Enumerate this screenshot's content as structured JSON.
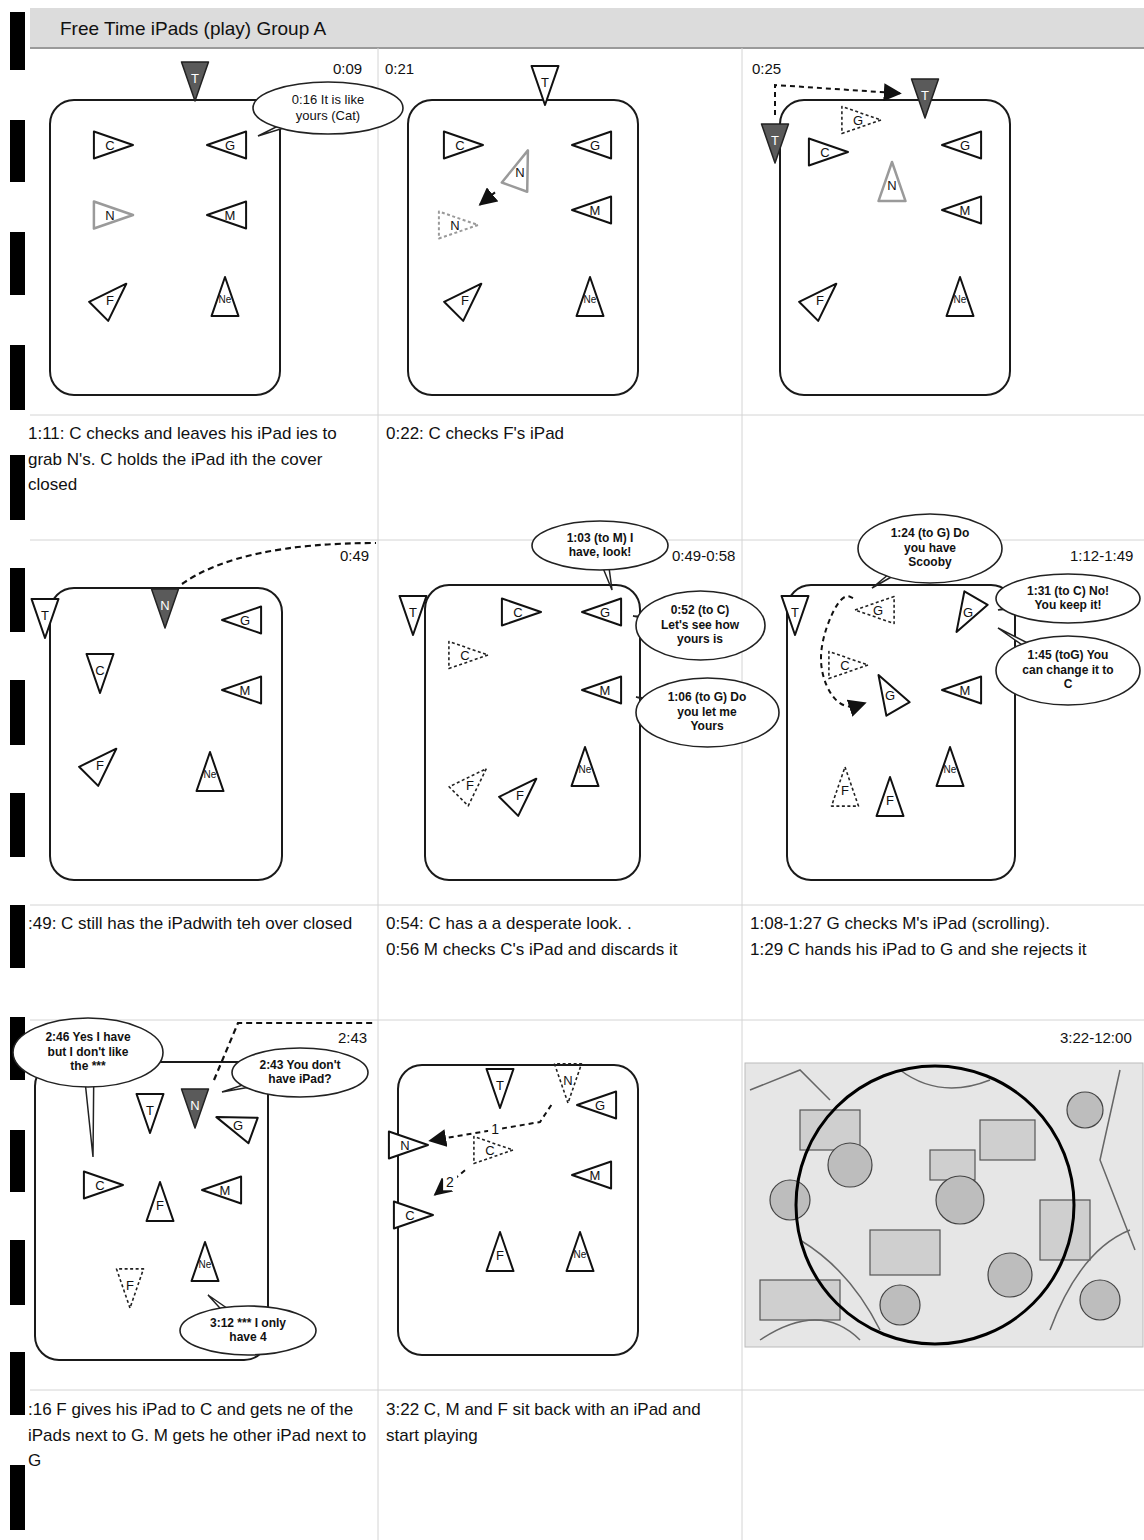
{
  "diagram": {
    "title": "Free Time iPads (play) Group A",
    "nodes": [
      {
        "text": [
          "T"
        ]
      },
      {
        "text": [
          "C"
        ]
      },
      {
        "text": [
          "G"
        ]
      },
      {
        "text": [
          "N"
        ]
      },
      {
        "text": [
          "M"
        ]
      },
      {
        "text": [
          "F"
        ]
      },
      {
        "text": [
          "Ne"
        ]
      },
      {
        "text": [
          "0:16 It is like yours (Cat)"
        ]
      },
      {
        "text": [
          "T"
        ]
      },
      {
        "text": [
          "C"
        ]
      },
      {
        "text": [
          "G"
        ]
      },
      {
        "text": [
          "N"
        ]
      },
      {
        "text": [
          "N"
        ]
      },
      {
        "text": [
          "M"
        ]
      },
      {
        "text": [
          "F"
        ]
      },
      {
        "text": [
          "Ne"
        ]
      },
      {
        "text": [
          "T"
        ]
      },
      {
        "text": [
          "G"
        ]
      },
      {
        "text": [
          "T"
        ]
      },
      {
        "text": [
          "C"
        ]
      },
      {
        "text": [
          "G"
        ]
      },
      {
        "text": [
          "N"
        ]
      },
      {
        "text": [
          "M"
        ]
      },
      {
        "text": [
          "F"
        ]
      },
      {
        "text": [
          "Ne"
        ]
      },
      {
        "text": [
          "T"
        ]
      },
      {
        "text": [
          "N"
        ]
      },
      {
        "text": [
          "G"
        ]
      },
      {
        "text": [
          "C"
        ]
      },
      {
        "text": [
          "M"
        ]
      },
      {
        "text": [
          "F"
        ]
      },
      {
        "text": [
          "Ne"
        ]
      },
      {
        "text": [
          "1:03 (to M) I have, look!"
        ]
      },
      {
        "text": [
          "T"
        ]
      },
      {
        "text": [
          "C"
        ]
      },
      {
        "text": [
          "G"
        ]
      },
      {
        "text": [
          "0:52 (to C) Let's see how yours is"
        ]
      },
      {
        "text": [
          "C"
        ]
      },
      {
        "text": [
          "M"
        ]
      },
      {
        "text": [
          "1:06 (to G) Do you let me Yours"
        ]
      },
      {
        "text": [
          "F"
        ]
      },
      {
        "text": [
          "F"
        ]
      },
      {
        "text": [
          "Ne"
        ]
      },
      {
        "text": [
          "1:24 (to G) Do you have Scooby"
        ]
      },
      {
        "text": [
          "T"
        ]
      },
      {
        "text": [
          "G"
        ]
      },
      {
        "text": [
          "G"
        ]
      },
      {
        "text": [
          "1:31 (to C) No! You keep it!"
        ]
      },
      {
        "text": [
          "C"
        ]
      },
      {
        "text": [
          "1:45 (toG) You can change it to C"
        ]
      },
      {
        "text": [
          "G"
        ]
      },
      {
        "text": [
          "M"
        ]
      },
      {
        "text": [
          "F"
        ]
      },
      {
        "text": [
          "F"
        ]
      },
      {
        "text": [
          "Ne"
        ]
      },
      {
        "text": [
          "2:46 Yes I have but I don't like the ***"
        ]
      },
      {
        "text": [
          "2:43 You don't have iPad?"
        ]
      },
      {
        "text": [
          "T"
        ]
      },
      {
        "text": [
          "N"
        ]
      },
      {
        "text": [
          "G"
        ]
      },
      {
        "text": [
          "C"
        ]
      },
      {
        "text": [
          "M"
        ]
      },
      {
        "text": [
          "F"
        ]
      },
      {
        "text": [
          "F"
        ]
      },
      {
        "text": [
          "Ne"
        ]
      },
      {
        "text": [
          "3:12 *** I only have 4"
        ]
      },
      {
        "text": [
          "T"
        ]
      },
      {
        "text": [
          "N"
        ]
      },
      {
        "text": [
          "G"
        ]
      },
      {
        "text": [
          "N"
        ]
      },
      {
        "text": [
          "C"
        ]
      },
      {
        "text": [
          "C"
        ]
      },
      {
        "text": [
          "M"
        ]
      },
      {
        "text": [
          "F"
        ]
      },
      {
        "text": [
          "Ne"
        ]
      }
    ],
    "edges": [
      {
        "from": 11,
        "to": 12,
        "arrow": "to"
      },
      {
        "from": 16,
        "to": 18,
        "arrow": "to"
      },
      {
        "from": 45,
        "to": 50,
        "arrow": "to"
      },
      {
        "from": 67,
        "to": 69,
        "label": "1",
        "arrow": "to"
      },
      {
        "from": 70,
        "to": 71,
        "label": "2",
        "arrow": "to"
      }
    ],
    "labels": [
      "0:09",
      "0:21",
      "0:25",
      "1:11: C checks and leaves his iPad ies to grab N's. C holds the iPad ith the cover closed",
      "0:22: C checks F's iPad",
      "0:49",
      "0:49-0:58",
      "1:12-1:49",
      ":49: C still has the iPadwith teh over closed",
      "0:54: C has a a desperate look. .",
      "0:56 M checks C's iPad and discards it",
      "1:08-1:27 G checks M's iPad (scrolling).",
      "1:29 C hands his iPad to G and she rejects it",
      "2:43",
      "3:22-12:00",
      ":16 F gives his iPad to C and gets ne of the iPads next to G. M gets he other iPad next to G",
      "3:22 C, M and F sit back with an iPad and start playing"
    ]
  }
}
